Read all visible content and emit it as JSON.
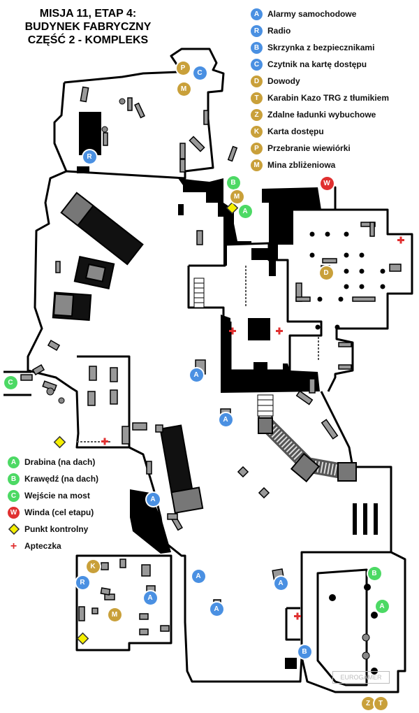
{
  "title": [
    "MISJA 11, ETAP 4:",
    "BUDYNEK FABRYCZNY",
    "CZĘŚĆ 2 - KOMPLEKS"
  ],
  "colors": {
    "blue": "#4a90e2",
    "gold": "#c9a03a",
    "green": "#4cd964",
    "red": "#e03030",
    "yellow": "#f5ef00"
  },
  "legend_top": [
    {
      "letter": "A",
      "color": "blue",
      "label": "Alarmy samochodowe"
    },
    {
      "letter": "R",
      "color": "blue",
      "label": "Radio"
    },
    {
      "letter": "B",
      "color": "blue",
      "label": "Skrzynka z bezpiecznikami"
    },
    {
      "letter": "C",
      "color": "blue",
      "label": "Czytnik na kartę dostępu"
    },
    {
      "letter": "D",
      "color": "gold",
      "label": "Dowody"
    },
    {
      "letter": "T",
      "color": "gold",
      "label": "Karabin Kazo TRG z tłumikiem"
    },
    {
      "letter": "Z",
      "color": "gold",
      "label": "Zdalne ładunki wybuchowe"
    },
    {
      "letter": "K",
      "color": "gold",
      "label": "Karta dostępu"
    },
    {
      "letter": "P",
      "color": "gold",
      "label": "Przebranie wiewiórki"
    },
    {
      "letter": "M",
      "color": "gold",
      "label": "Mina zbliżeniowa"
    }
  ],
  "legend_bottom": [
    {
      "letter": "A",
      "color": "green",
      "label": "Drabina (na dach)",
      "kind": "circle"
    },
    {
      "letter": "B",
      "color": "green",
      "label": "Krawędź (na dach)",
      "kind": "circle"
    },
    {
      "letter": "C",
      "color": "green",
      "label": "Wejście na most",
      "kind": "circle"
    },
    {
      "letter": "W",
      "color": "red",
      "label": "Winda (cel etapu)",
      "kind": "circle"
    },
    {
      "letter": "",
      "color": "yellow",
      "label": "Punkt kontrolny",
      "kind": "diamond"
    },
    {
      "letter": "+",
      "color": "red",
      "label": "Apteczka",
      "kind": "cross"
    }
  ],
  "map_markers": [
    {
      "letter": "P",
      "color": "gold"
    },
    {
      "letter": "C",
      "color": "blue"
    },
    {
      "letter": "M",
      "color": "gold"
    },
    {
      "letter": "R",
      "color": "blue"
    },
    {
      "letter": "B",
      "color": "green"
    },
    {
      "letter": "M",
      "color": "gold"
    },
    {
      "letter": "A",
      "color": "green"
    },
    {
      "letter": "W",
      "color": "red"
    },
    {
      "letter": "D",
      "color": "gold"
    },
    {
      "letter": "C",
      "color": "green"
    },
    {
      "letter": "A",
      "color": "blue"
    },
    {
      "letter": "A",
      "color": "blue"
    },
    {
      "letter": "A",
      "color": "blue"
    },
    {
      "letter": "K",
      "color": "gold"
    },
    {
      "letter": "R",
      "color": "blue"
    },
    {
      "letter": "A",
      "color": "blue"
    },
    {
      "letter": "M",
      "color": "gold"
    },
    {
      "letter": "A",
      "color": "blue"
    },
    {
      "letter": "A",
      "color": "blue"
    },
    {
      "letter": "A",
      "color": "blue"
    },
    {
      "letter": "B",
      "color": "green"
    },
    {
      "letter": "A",
      "color": "green"
    },
    {
      "letter": "B",
      "color": "blue"
    },
    {
      "letter": "Z",
      "color": "gold"
    },
    {
      "letter": "T",
      "color": "gold"
    }
  ],
  "watermark": "EUROGAMER"
}
